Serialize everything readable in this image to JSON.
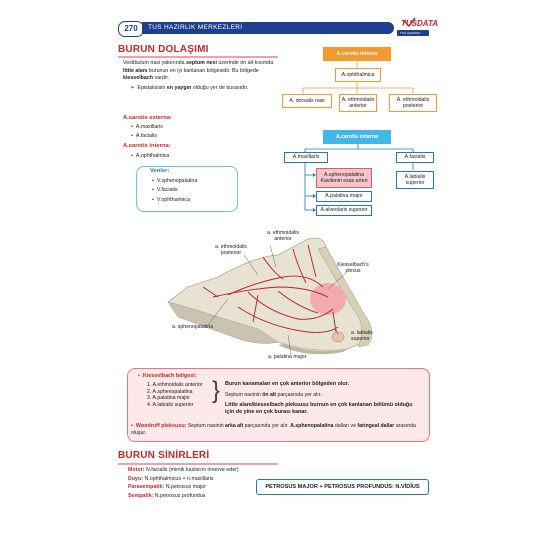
{
  "header": {
    "page_number": "270",
    "title": "TUS HAZIRLIK MERKEZLERİ",
    "logo_main": "TUSDATA",
    "logo_sub": "TUS HAZIRLIK MERKEZLERİ"
  },
  "section1": {
    "title": "BURUN DOLAŞIMI",
    "para_parts": [
      "Vestibulum nasi yakınında ",
      "septum nesi",
      " üzerinde ön alt kısımda ",
      "little alanı",
      " burunun en iyi kanlanan bölgesidir. Bu bölgede ",
      "kiesselbach",
      " vardır."
    ],
    "note_pre": "Epistaksisin ",
    "note_bold": "en yaygın",
    "note_post": " olduğu yer de burasıdır.",
    "ext_title": "A.carotis externa:",
    "ext_items": [
      "A.maxillaris",
      "A.facialis"
    ],
    "int_title": "A.carotis interna:",
    "int_items": [
      "A.ophthalmica"
    ],
    "veins_title": "Venler:",
    "veins_items": [
      "V.sphenopalatina",
      "V.facialis",
      "V.ophthalmica"
    ]
  },
  "flow_interna": {
    "root": "A.carotis interna",
    "child": "A.ophthalmica",
    "leaves": [
      "A. dorsalis nasi",
      "A. ethmoidalis anterior",
      "A. ethmoidalis posterior"
    ]
  },
  "flow_externa": {
    "root": "A.carotis externa",
    "left": "A.maxillaris",
    "right": "A.facialis",
    "branches": [
      "A.sphenopalatina",
      "A.palatina major",
      "A.alveolaris superior"
    ],
    "branch_note": "Kavitenin esas arteri",
    "right_leaf": "A.labialis superior"
  },
  "anatomy_labels": {
    "eth_ant": "a. ethmoidalis anterior",
    "eth_post": "a. ethmoidalis posterior",
    "kiessel": "Kiesselbach's plexus",
    "spheno": "a. sphenopalatina",
    "labialis": "a. labialis superior",
    "palatina": "a. palatina major"
  },
  "pinkbox": {
    "title": "Kiesselbach bölgesi:",
    "list": [
      "1. A.ethmoidalis anterior",
      "2. A.sphenopalatina",
      "3. A.palatina major",
      "4. A.labialis superior"
    ],
    "line1_bold": "Burun kanamaları en çok anterior bölgeden olur.",
    "line2_pre": "Septum nasinin ",
    "line2_bold": "ön alt",
    "line2_post": " parçasında yer alır.",
    "line3_bold": "Little alanı/kiesselbach pleksusu burnun en çok kanlanan bölümü olduğu için de yine en çok burası kanar.",
    "woodruff_title": "Woodruff pleksusu:",
    "woodruff_pre": " Septum nasinin ",
    "woodruff_b1": "arka alt",
    "woodruff_mid": " parçasında yer alır. ",
    "woodruff_b2": "A.sphenopalatina",
    "woodruff_mid2": " dalları ve ",
    "woodruff_b3": "faringeal dallar",
    "woodruff_post": " arasında oluşur."
  },
  "section2": {
    "title": "BURUN SİNİRLERİ",
    "rows": [
      {
        "k": "Motor:",
        "v": " N.facialis (mimik kaslarını innerve eder)"
      },
      {
        "k": "Duyu:",
        "v": " N.ophthalmicus + n.maxillaris"
      },
      {
        "k": "Parasempatik:",
        "v": " N.petrosus  major"
      },
      {
        "k": "Sempatik:",
        "v": " N.petrosus profundus"
      }
    ],
    "box": "PETROSUS MAJOR + PETROSUS PROFUNDUS: N.VİDİUS"
  },
  "colors": {
    "accent_red": "#c0282d",
    "header_blue": "#1c3f8f",
    "orange": "#f29a2e",
    "sky": "#43b8e8"
  }
}
